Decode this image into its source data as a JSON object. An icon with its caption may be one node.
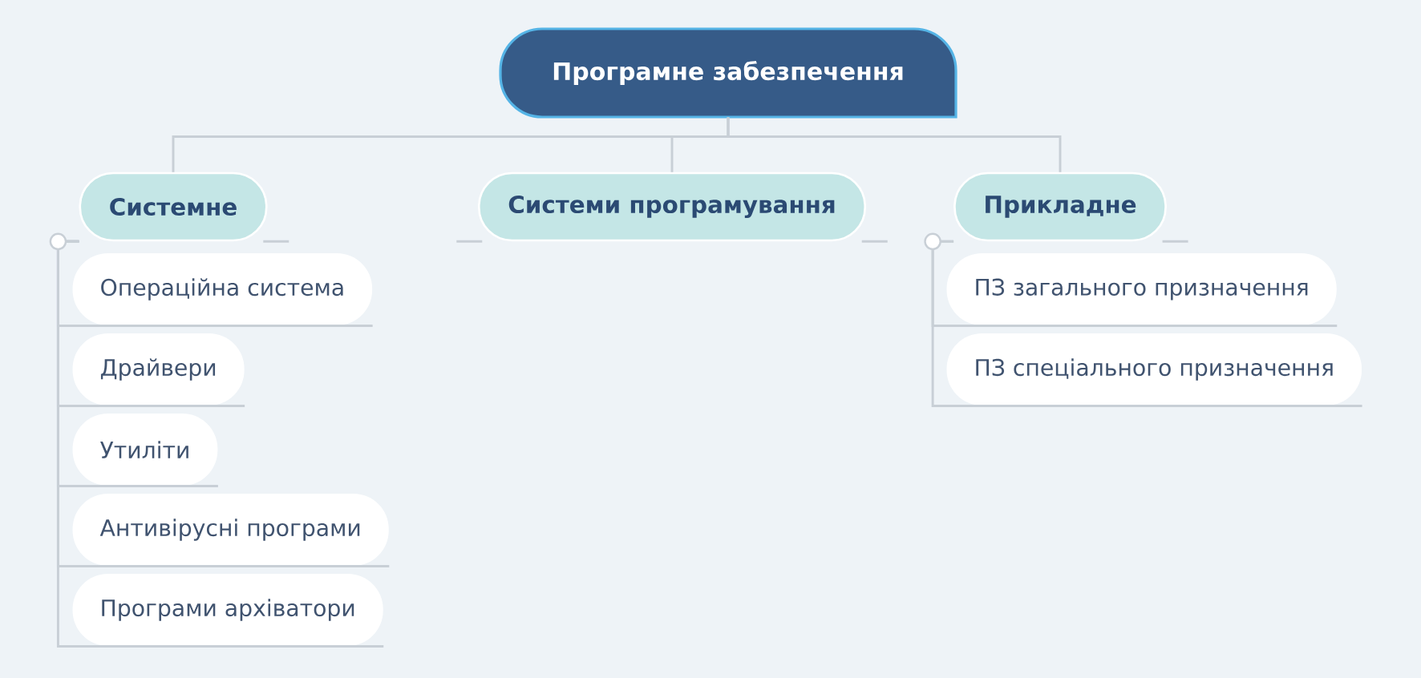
{
  "diagram": {
    "nodes": [
      {
        "text": [
          "Програмне забезпечення"
        ]
      },
      {
        "text": [
          "Системне"
        ]
      },
      {
        "text": [
          "Системи програмування"
        ]
      },
      {
        "text": [
          "Прикладне"
        ]
      },
      {
        "text": [
          "Операційна система"
        ]
      },
      {
        "text": [
          "Драйвери"
        ]
      },
      {
        "text": [
          "Утиліти"
        ]
      },
      {
        "text": [
          "Антивірусні програми"
        ]
      },
      {
        "text": [
          "Програми архіватори"
        ]
      },
      {
        "text": [
          "ПЗ загального призначення"
        ]
      },
      {
        "text": [
          "ПЗ спеціального призначення"
        ]
      }
    ],
    "edges": [
      {
        "from": 0,
        "to": 1,
        "arrow": "none"
      },
      {
        "from": 0,
        "to": 2,
        "arrow": "none"
      },
      {
        "from": 0,
        "to": 3,
        "arrow": "none"
      },
      {
        "from": 1,
        "to": 4,
        "arrow": "none"
      },
      {
        "from": 1,
        "to": 5,
        "arrow": "none"
      },
      {
        "from": 1,
        "to": 6,
        "arrow": "none"
      },
      {
        "from": 1,
        "to": 7,
        "arrow": "none"
      },
      {
        "from": 1,
        "to": 8,
        "arrow": "none"
      },
      {
        "from": 3,
        "to": 9,
        "arrow": "none"
      },
      {
        "from": 3,
        "to": 10,
        "arrow": "none"
      }
    ]
  }
}
